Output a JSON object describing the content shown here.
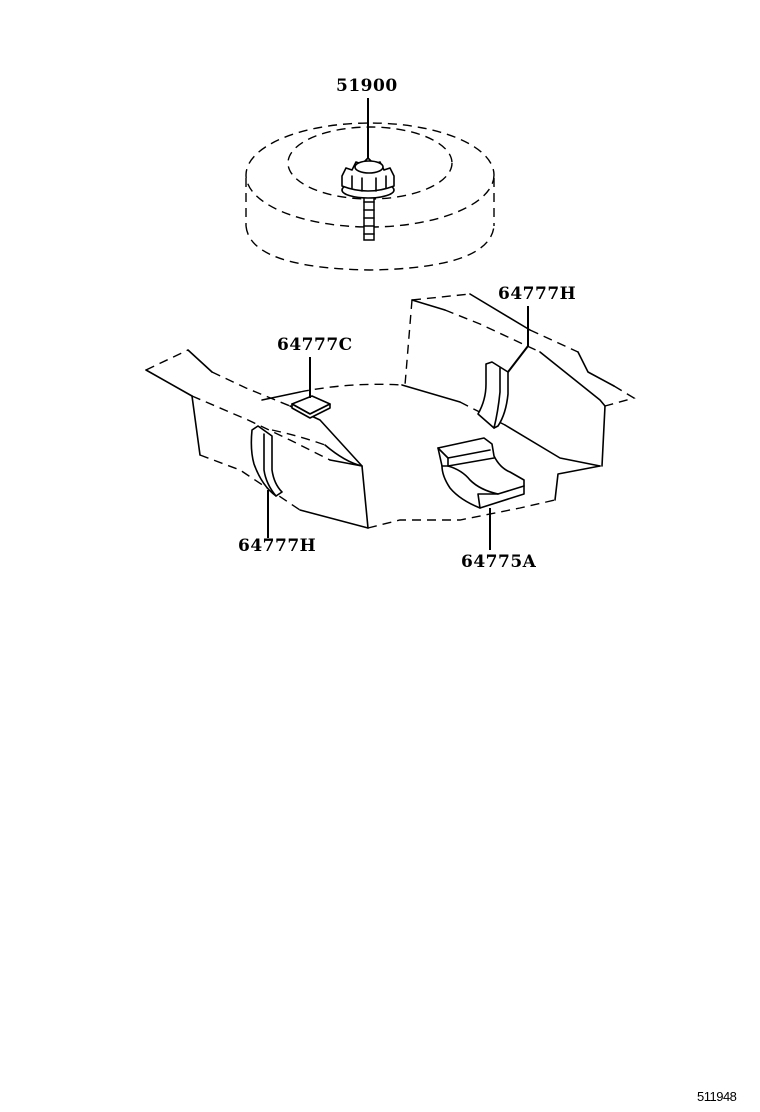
{
  "diagram": {
    "type": "parts-catalog-illustration",
    "diagram_id": "511948",
    "callouts": [
      {
        "part_number": "51900",
        "component": "spare-wheel-with-clamp-bolt"
      },
      {
        "part_number": "64777C",
        "component": "floor-pad"
      },
      {
        "part_number": "64777H",
        "component": "side-spacer-left"
      },
      {
        "part_number": "64777H",
        "component": "side-spacer-right"
      },
      {
        "part_number": "64775A",
        "component": "luggage-block"
      }
    ]
  },
  "colors": {
    "line": "#000000",
    "background": "#ffffff"
  }
}
